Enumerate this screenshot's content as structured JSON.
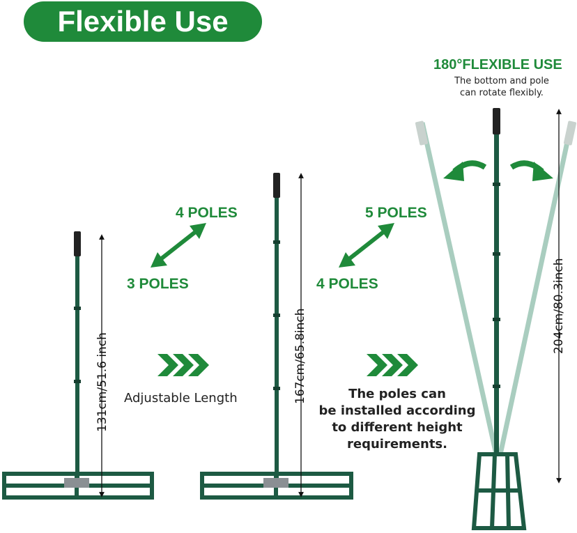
{
  "title": "Flexible Use",
  "tools": [
    {
      "height_label": "131cm/51.6 inch",
      "poles_from": "3 POLES",
      "poles_to": "4 POLES"
    },
    {
      "height_label": "167cm/65.8inch",
      "poles_from": "4 POLES",
      "poles_to": "5 POLES"
    },
    {
      "height_label": "204cm/80.3inch"
    }
  ],
  "captions": {
    "adjustable": "Adjustable Length",
    "install_line1": "The poles can",
    "install_line2": "be installed according",
    "install_line3": "to different height",
    "install_line4": "requirements."
  },
  "flex": {
    "heading": "180°FLEXIBLE USE",
    "line1": "The bottom and pole",
    "line2": "can rotate flexibly."
  },
  "colors": {
    "brand_green": "#1f8a3a",
    "steel_green": "#1d5a43",
    "ghost_green": "#a9cdbf"
  }
}
